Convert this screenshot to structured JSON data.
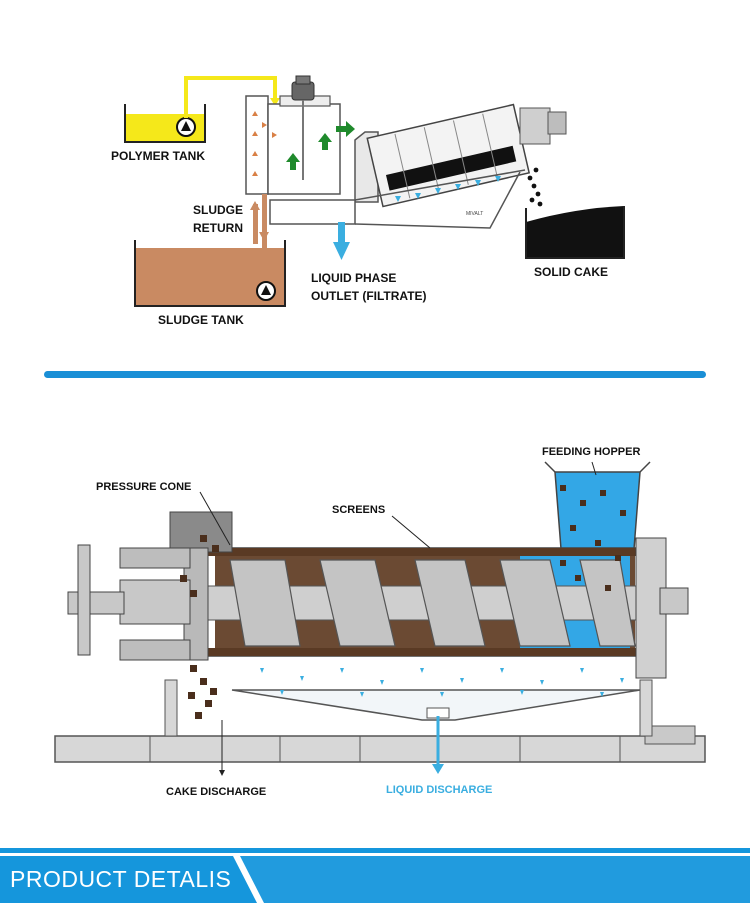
{
  "top_diagram": {
    "labels": {
      "polymer_tank": "POLYMER TANK",
      "sludge_return_1": "SLUDGE",
      "sludge_return_2": "RETURN",
      "sludge_tank": "SLUDGE TANK",
      "liquid_outlet_1": "LIQUID PHASE",
      "liquid_outlet_2": "OUTLET (FILTRATE)",
      "solid_cake": "SOLID CAKE",
      "brand": "MIVALT"
    }
  },
  "bottom_diagram": {
    "labels": {
      "pressure_cone": "PRESSURE CONE",
      "screens": "SCREENS",
      "feeding_hopper": "FEEDING HOPPER",
      "cake_discharge": "CAKE DISCHARGE",
      "liquid_discharge": "LIQUID DISCHARGE"
    }
  },
  "banner": {
    "title": "PRODUCT  DETALIS"
  },
  "colors": {
    "polymer": "#f5e81a",
    "sludge": "#c98a62",
    "water": "#3aaee0",
    "divider": "#1a8fd6",
    "banner": "#1596dc",
    "green_arrow": "#1f8a2c"
  },
  "icons": [
    "pump-icon",
    "motor-icon",
    "arrow-icon"
  ]
}
